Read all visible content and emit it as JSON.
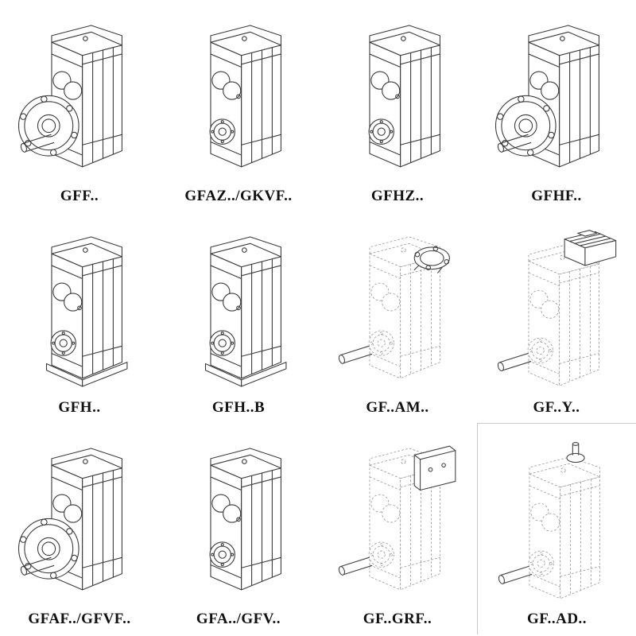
{
  "page": {
    "background_color": "#ffffff",
    "line_color": "#3c3c3c",
    "dashed_line_color": "#9b9b9b"
  },
  "catalog": {
    "rows": 3,
    "columns": 4,
    "cells": [
      {
        "label": "GFF..",
        "drawing": "parallel-shaft-gear-unit-output-flange",
        "line_style": "solid"
      },
      {
        "label": "GFAZ../GKVF..",
        "drawing": "parallel-shaft-gear-unit-hollow-shaft",
        "line_style": "solid"
      },
      {
        "label": "GFHZ..",
        "drawing": "parallel-shaft-gear-unit-hollow-shaft",
        "line_style": "solid"
      },
      {
        "label": "GFHF..",
        "drawing": "parallel-shaft-gear-unit-output-flange",
        "line_style": "solid"
      },
      {
        "label": "GFH..",
        "drawing": "parallel-shaft-gear-unit-foot-mounted",
        "line_style": "solid"
      },
      {
        "label": "GFH..B",
        "drawing": "parallel-shaft-gear-unit-foot-mounted",
        "line_style": "solid"
      },
      {
        "label": "GF..AM..",
        "drawing": "gear-unit-with-motor-adapter-flange",
        "line_style": "dashed-housing-solid-attachment"
      },
      {
        "label": "GF..Y..",
        "drawing": "gear-unit-with-mounted-motor",
        "line_style": "dashed-housing-solid-attachment"
      },
      {
        "label": "GFAF../GFVF..",
        "drawing": "parallel-shaft-gear-unit-output-flange",
        "line_style": "solid"
      },
      {
        "label": "GFA../GFV..",
        "drawing": "parallel-shaft-gear-unit-hollow-shaft",
        "line_style": "solid"
      },
      {
        "label": "GF..GRF..",
        "drawing": "gear-unit-with-mounting-plate",
        "line_style": "dashed-housing-solid-attachment"
      },
      {
        "label": "GF..AD..",
        "drawing": "gear-unit-with-input-shaft-adapter",
        "line_style": "dashed-housing-solid-attachment"
      }
    ]
  }
}
